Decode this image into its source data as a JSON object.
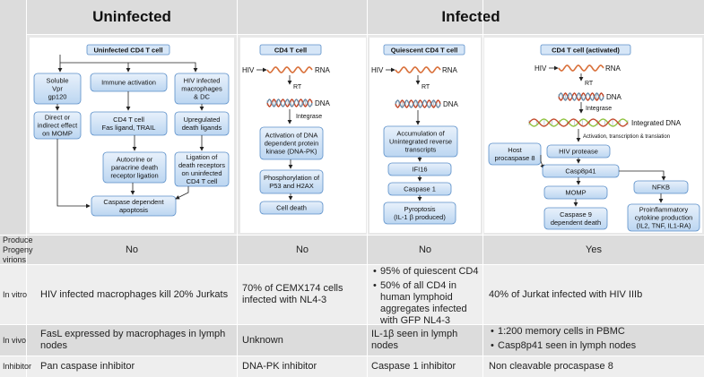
{
  "header": {
    "uninfected": "Uninfected",
    "infected": "Infected"
  },
  "panel1": {
    "title": "Uninfected CD4 T cell",
    "soluble": [
      "Soluble",
      "Vpr",
      "gp120"
    ],
    "immune": "Immune activation",
    "hivmac": [
      "HIV infected",
      "macrophages",
      "& DC"
    ],
    "direct": [
      "Direct or",
      "indirect effect",
      "on MOMP"
    ],
    "fas": [
      "CD4 T cell",
      "Fas ligand, TRAIL"
    ],
    "upreg": [
      "Upregulated",
      "death ligands"
    ],
    "autocrine": [
      "Autocrine or",
      "paracrine death",
      "receptor ligation"
    ],
    "ligation": [
      "Ligation of",
      "death receptors",
      "on uninfected",
      "CD4 T cell"
    ],
    "caspase": [
      "Caspase dependent",
      "apoptosis"
    ]
  },
  "panel2": {
    "title": "CD4 T cell",
    "hiv": "HIV",
    "rna": "RNA",
    "rt": "RT",
    "dna": "DNA",
    "integrase": "Integrase",
    "activation": [
      "Activation of DNA",
      "dependent protein",
      "kinase (DNA-PK)"
    ],
    "phospho": [
      "Phosphorylation of",
      "P53 and H2AX"
    ],
    "death": "Cell death"
  },
  "panel3": {
    "title": "Quiescent CD4 T cell",
    "hiv": "HIV",
    "rna": "RNA",
    "rt": "RT",
    "dna": "DNA",
    "accum": [
      "Accumulation of",
      "Unintegrated reverse",
      "transcripts"
    ],
    "ifi": "IFI16",
    "casp1": "Caspase 1",
    "pyro": [
      "Pyroptosis",
      "(IL-1 β produced)"
    ]
  },
  "panel4": {
    "title": "CD4 T cell (activated)",
    "hiv": "HIV",
    "rna": "RNA",
    "rt": "RT",
    "dna": "DNA",
    "integrase": "Integrase",
    "intdna": "Integrated DNA",
    "act": "Activation, transcription & translation",
    "host": [
      "Host",
      "procaspase 8"
    ],
    "protease": "HIV protease",
    "casp8": "Casp8p41",
    "nfkb": "NFKB",
    "momp": "MOMP",
    "casp9": [
      "Caspase 9",
      "dependent death"
    ],
    "proinf": [
      "Proinflammatory",
      "cytokine production",
      "(IL2, TNF, IL1-RA)"
    ]
  },
  "table": {
    "rows": [
      {
        "label": [
          "Produce",
          "Progeny",
          "virions"
        ],
        "c1": "No",
        "c2": "No",
        "c3": "No",
        "c4": "Yes"
      },
      {
        "label": [
          "In vitro"
        ],
        "c1": "HIV infected macrophages kill 20% Jurkats",
        "c2": "70% of CEMX174 cells infected with NL4-3",
        "c3a": "95% of quiescent CD4",
        "c3b": "50% of all CD4 in human lymphoid aggregates infected with GFP NL4-3",
        "c4": "40% of Jurkat infected with HIV IIIb"
      },
      {
        "label": [
          "In vivo"
        ],
        "c1": "FasL expressed by macrophages in lymph nodes",
        "c2": "Unknown",
        "c3": "IL-1β seen in lymph nodes",
        "c4a": "1:200 memory cells in PBMC",
        "c4b": "Casp8p41 seen in lymph nodes"
      },
      {
        "label": [
          "Inhibitor"
        ],
        "c1": "Pan caspase inhibitor",
        "c2": "DNA-PK inhibitor",
        "c3": "Caspase 1 inhibitor",
        "c4": "Non cleavable procaspase 8"
      }
    ]
  },
  "colors": {
    "box": "#cfe1f6",
    "box_border": "#5b8fc9",
    "header": "#dcdcdc",
    "band_dark": "#dcdcdc",
    "band_light": "#eeeeee"
  }
}
